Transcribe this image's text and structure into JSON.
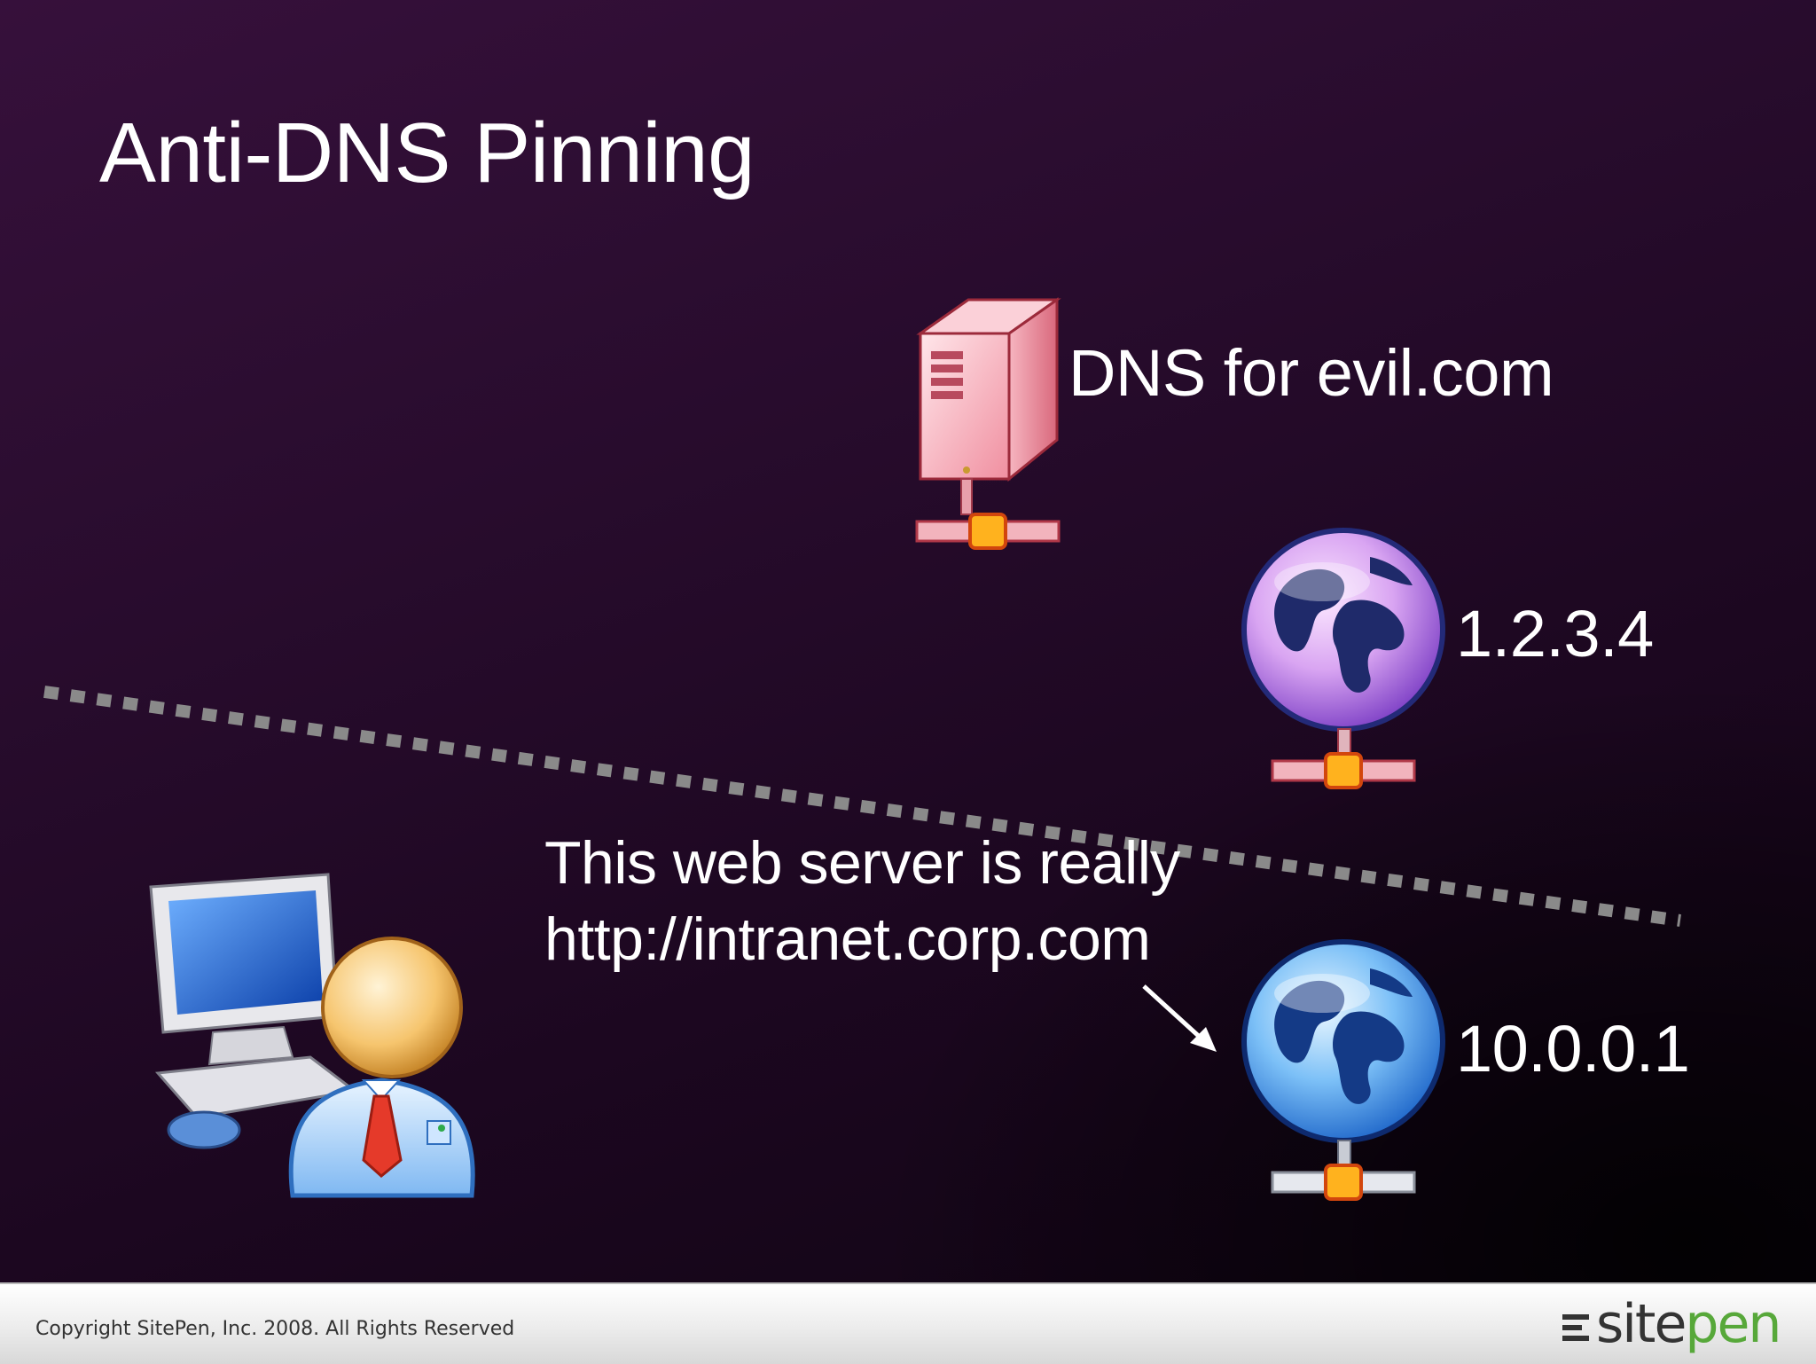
{
  "slide": {
    "title": "Anti-DNS Pinning",
    "dns_label": "DNS for evil.com",
    "external_ip": "1.2.3.4",
    "internal_ip": "10.0.0.1",
    "note_line1": "This web server is really",
    "note_line2": "http://intranet.corp.com"
  },
  "footer": {
    "copyright": "Copyright SitePen, Inc. 2008. All Rights Reserved",
    "logo_site": "site",
    "logo_pen": "pen"
  },
  "icons": [
    "dns-server-icon",
    "globe-external-icon",
    "globe-internal-icon",
    "user-computer-icon",
    "arrow-icon",
    "network-connector-icon"
  ],
  "colors": {
    "background": "#2a0b2e",
    "text": "#ffffff",
    "divider": "#8a8a8a",
    "logo_accent": "#57a83a"
  }
}
